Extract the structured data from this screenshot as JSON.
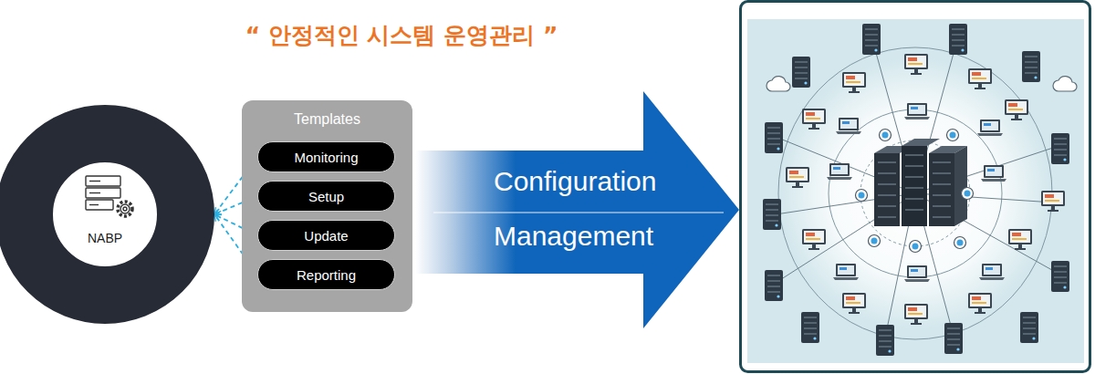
{
  "diagram": {
    "title": "“ 안정적인 시스템 운영관리 ”",
    "nodes": [
      {
        "text": [
          "NABP"
        ]
      },
      {
        "text": [
          "Templates"
        ]
      },
      {
        "text": [
          "Monitoring"
        ],
        "in": 1
      },
      {
        "text": [
          "Setup"
        ],
        "in": 1
      },
      {
        "text": [
          "Update"
        ],
        "in": 1
      },
      {
        "text": [
          "Reporting"
        ],
        "in": 1
      },
      {
        "text": [
          "Configuration",
          "Management"
        ]
      }
    ],
    "edges": [
      {
        "from": 2,
        "to": 0,
        "arrow": "to"
      },
      {
        "from": 3,
        "to": 0,
        "arrow": "to"
      },
      {
        "from": 4,
        "to": 0,
        "arrow": "to"
      },
      {
        "from": 5,
        "to": 0,
        "arrow": "to"
      }
    ]
  }
}
